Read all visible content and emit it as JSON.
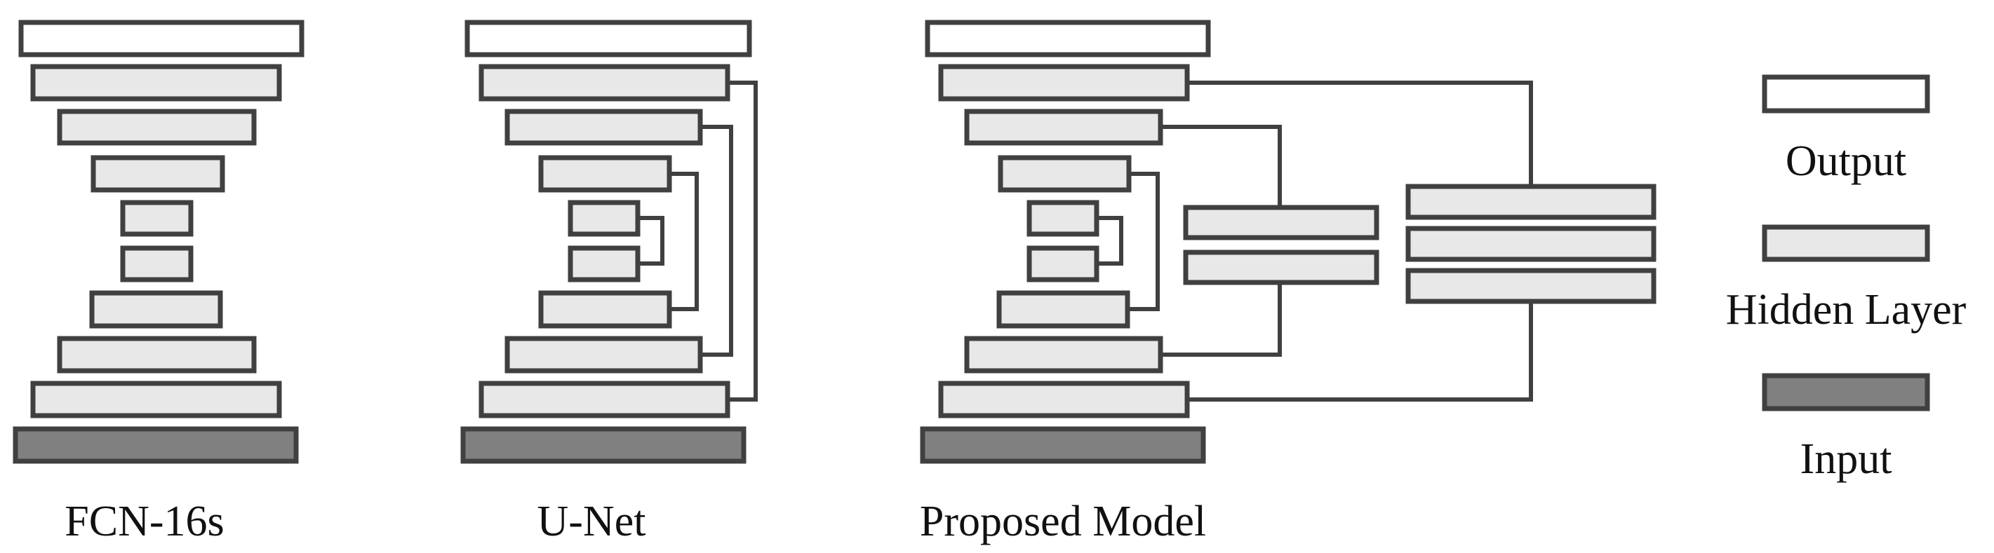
{
  "colors": {
    "stroke": "#404040",
    "output_fill": "#ffffff",
    "hidden_fill": "#e8e8e8",
    "input_fill": "#808080",
    "background": "#ffffff"
  },
  "models": [
    {
      "id": "fcn16s",
      "label": "FCN-16s"
    },
    {
      "id": "unet",
      "label": "U-Net"
    },
    {
      "id": "proposed",
      "label": "Proposed Model"
    }
  ],
  "legend": {
    "output": "Output",
    "hidden": "Hidden Layer",
    "input": "Input"
  }
}
